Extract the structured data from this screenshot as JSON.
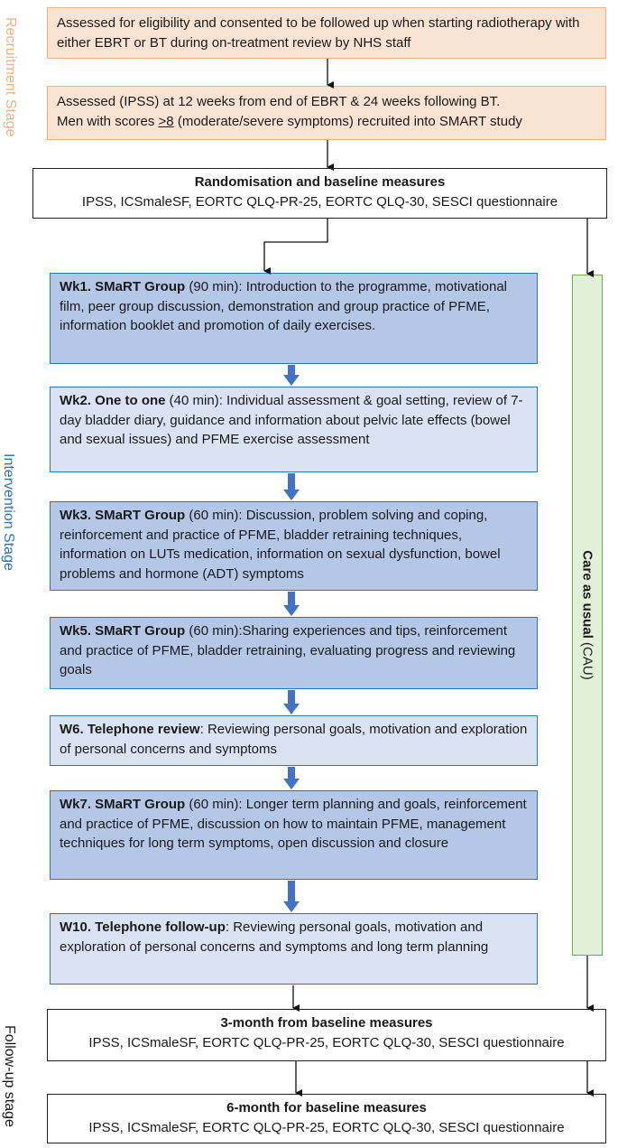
{
  "stages": {
    "recruitment": "Recruitment Stage",
    "intervention": "Intervention Stage",
    "followup": "Follow-up stage"
  },
  "recruitment": {
    "box1": "Assessed for eligibility and consented to be followed up when starting radiotherapy with either EBRT or BT during on-treatment review by NHS staff",
    "box2_line1": "Assessed (IPSS) at 12 weeks from end of EBRT & 24 weeks following BT.",
    "box2_line2_pre": "Men with scores ",
    "box2_threshold": ">8",
    "box2_line2_post": " (moderate/severe symptoms) recruited into SMART study"
  },
  "baseline": {
    "title": "Randomisation and baseline measures",
    "measures": "IPSS, ICSmaleSF, EORTC QLQ-PR-25, EORTC QLQ-30, SESCI questionnaire"
  },
  "sessions": [
    {
      "title": "Wk1. SMaRT Group",
      "detail": " (90 min): Introduction to the programme, motivational film, peer group discussion, demonstration and group practice of PFME, information booklet and promotion of daily exercises."
    },
    {
      "title": "Wk2. One to one",
      "detail": " (40 min): Individual assessment & goal setting, review of 7-day bladder diary, guidance and information about pelvic late effects (bowel and sexual issues) and PFME exercise assessment"
    },
    {
      "title": "Wk3. SMaRT Group",
      "detail": " (60 min): Discussion, problem solving and coping, reinforcement and practice of PFME, bladder retraining techniques, information on LUTs medication, information on sexual dysfunction, bowel problems and hormone (ADT) symptoms"
    },
    {
      "title": "Wk5. SMaRT Group",
      "detail": " (60 min):Sharing experiences and tips, reinforcement and practice of PFME, bladder retraining, evaluating progress and reviewing goals"
    },
    {
      "title": "W6. Telephone review",
      "detail": ": Reviewing personal goals, motivation and exploration of personal concerns and symptoms"
    },
    {
      "title": "Wk7. SMaRT Group",
      "detail": " (60 min): Longer term planning and goals, reinforcement and practice of PFME, discussion on how to maintain PFME, management techniques for long term symptoms, open discussion and closure"
    },
    {
      "title": "W10. Telephone follow-up",
      "detail": ": Reviewing personal goals, motivation and exploration of personal concerns and symptoms and long term planning"
    }
  ],
  "cau": {
    "bold": "Care as usual",
    "rest": " (CAU)"
  },
  "followup3": {
    "title": "3-month from baseline measures",
    "measures": "IPSS, ICSmaleSF, EORTC QLQ-PR-25, EORTC QLQ-30, SESCI questionnaire"
  },
  "followup6": {
    "title": "6-month for baseline measures",
    "measures": "IPSS, ICSmaleSF, EORTC QLQ-PR-25, EORTC QLQ-30, SESCI questionnaire"
  },
  "colors": {
    "recruitment_fill": "#fbe3d4",
    "recruitment_border": "#f4b183",
    "recruitment_label": "#f4b183",
    "intervention_label": "#2e75b6",
    "session_dark": "#b4c7e7",
    "session_light": "#dae3f3",
    "session_border": "#2e75b6",
    "cau_fill": "#e2efd9",
    "cau_border": "#70ad47",
    "block_arrow": "#4472c4"
  }
}
